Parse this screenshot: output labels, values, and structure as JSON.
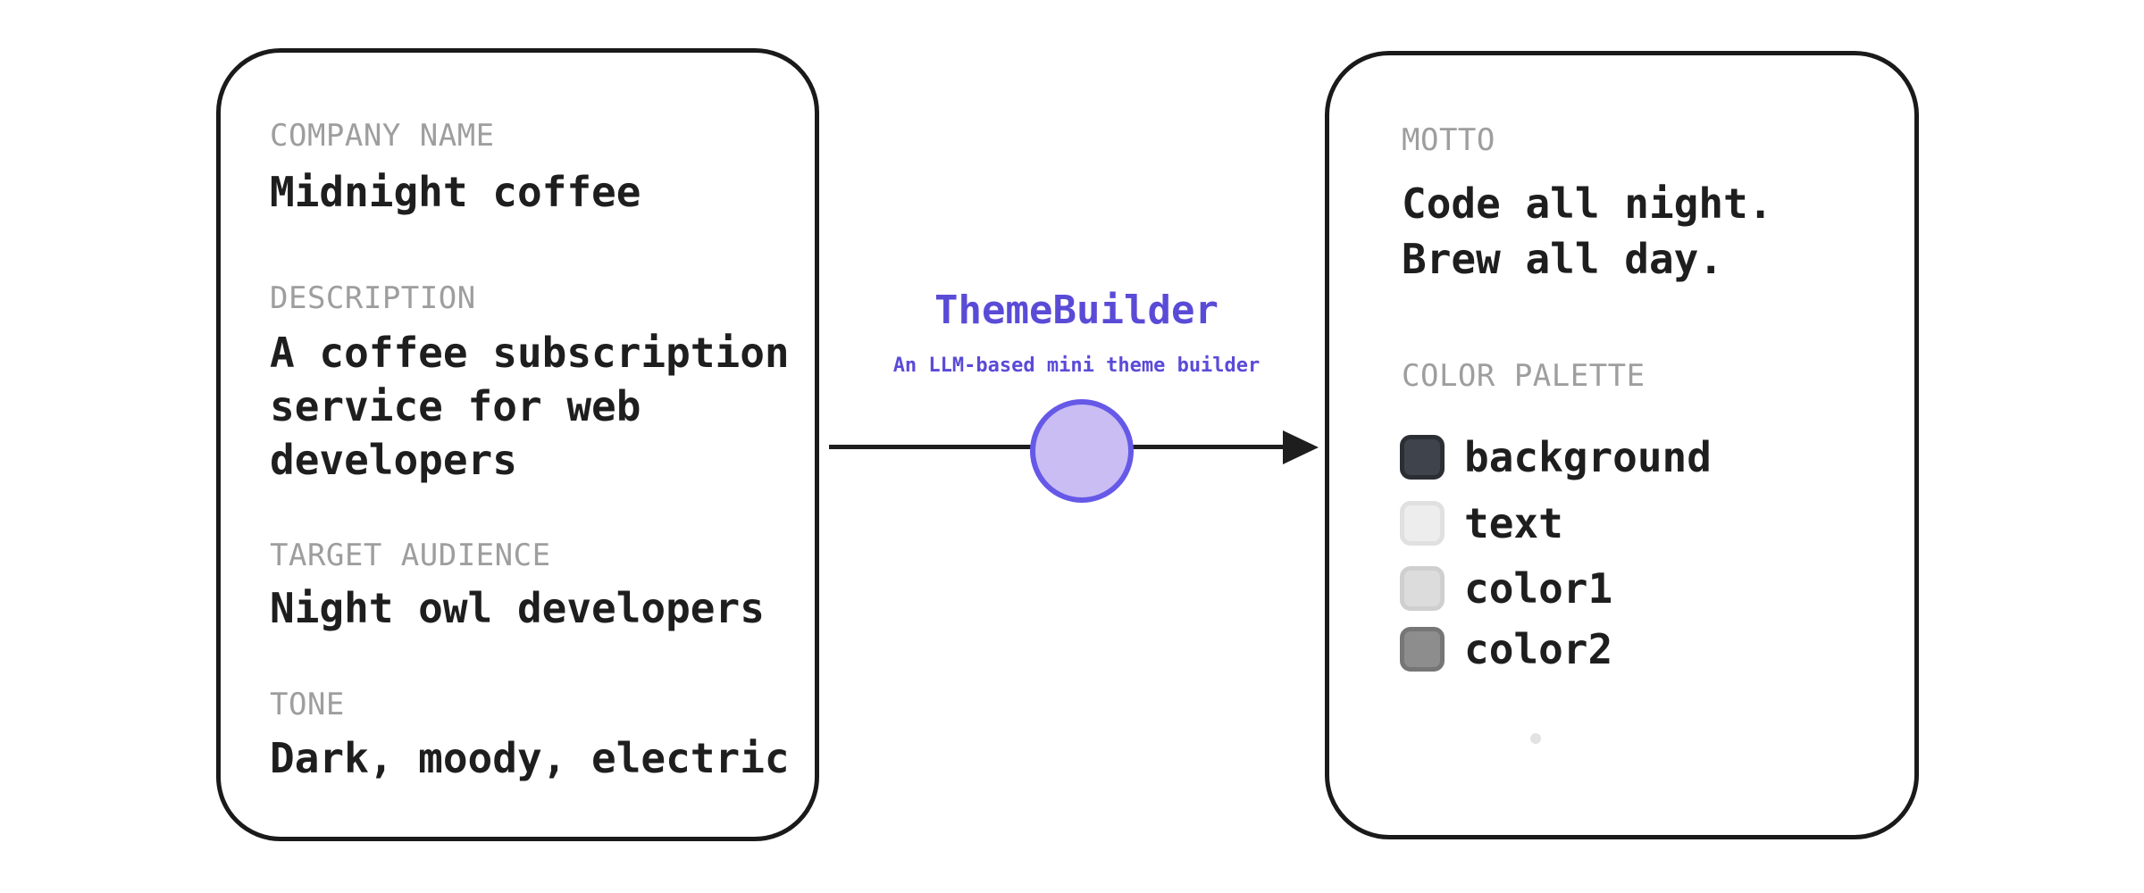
{
  "left_card": {
    "fields": [
      {
        "label": "COMPANY NAME",
        "lines": [
          "Midnight coffee"
        ]
      },
      {
        "label": "DESCRIPTION",
        "lines": [
          "A coffee subscription",
          "service for web",
          "developers"
        ]
      },
      {
        "label": "TARGET AUDIENCE",
        "lines": [
          "Night owl developers"
        ]
      },
      {
        "label": "TONE",
        "lines": [
          "Dark, moody, electric"
        ]
      }
    ]
  },
  "processor": {
    "title": "ThemeBuilder",
    "subtitle": "An LLM-based mini theme builder",
    "accent_color": "#5a4bd7",
    "node_fill": "#c9bdf3",
    "node_stroke": "#6659e8",
    "arrow_color": "#1e1e1e"
  },
  "right_card": {
    "motto_label": "MOTTO",
    "motto_lines": [
      "Code all night.",
      "Brew all day."
    ],
    "palette_label": "COLOR PALETTE",
    "palette": [
      {
        "name": "background",
        "fill": "#3f444c",
        "border": "#2b2e33"
      },
      {
        "name": "text",
        "fill": "#ededed",
        "border": "#e0e0e0"
      },
      {
        "name": "color1",
        "fill": "#dcdcdc",
        "border": "#cfcfcf"
      },
      {
        "name": "color2",
        "fill": "#8d8d8d",
        "border": "#767676"
      }
    ]
  },
  "colors": {
    "text_primary": "#1e1e1e",
    "label_gray": "#9e9e9e",
    "card_border": "#1a1a1a"
  }
}
